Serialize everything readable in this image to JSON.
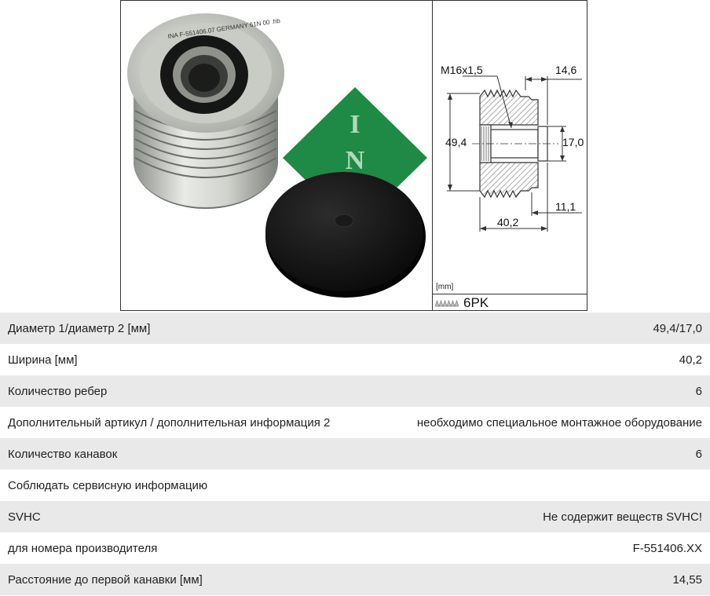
{
  "drawing": {
    "thread": "M16x1,5",
    "dim_top": "14,6",
    "dim_outer_diameter": "49,4",
    "dim_inner_diameter": "17,0",
    "dim_bottom_right": "11,1",
    "dim_width": "40,2",
    "unit_note": "[mm]",
    "profile": "6PK"
  },
  "photo": {
    "brand_logo": "INA",
    "pulley_marking": "INA F-551406.07 GERMANY 61N 00 .hb"
  },
  "specs": [
    {
      "label": "Диаметр 1/диаметр 2 [мм]",
      "value": "49,4/17,0"
    },
    {
      "label": "Ширина [мм]",
      "value": "40,2"
    },
    {
      "label": "Количество ребер",
      "value": "6"
    },
    {
      "label": "Дополнительный артикул / дополнительная информация 2",
      "value": "необходимо специальное монтажное оборудование"
    },
    {
      "label": "Количество канавок",
      "value": "6"
    },
    {
      "label": "Соблюдать сервисную информацию",
      "value": ""
    },
    {
      "label": "SVHC",
      "value": "Не содержит веществ SVHC!"
    },
    {
      "label": "для номера производителя",
      "value": "F-551406.XX"
    },
    {
      "label": "Расстояние до первой канавки [мм]",
      "value": "14,55"
    }
  ]
}
